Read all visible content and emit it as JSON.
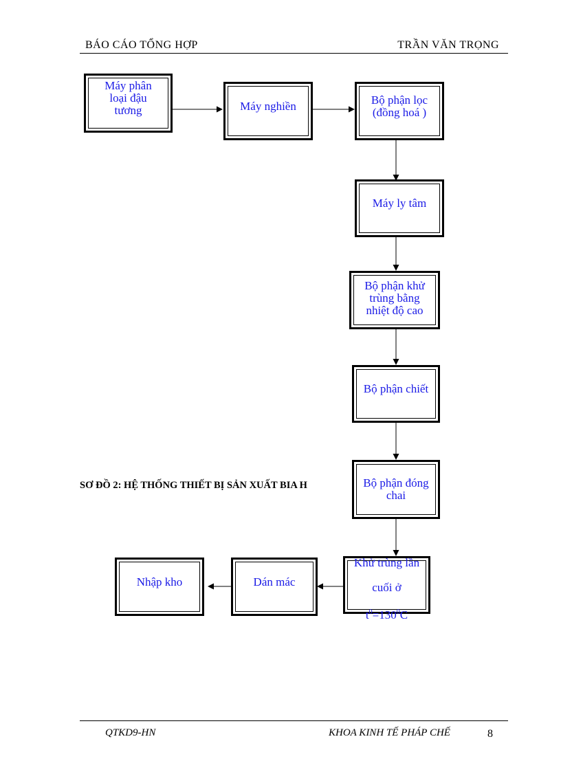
{
  "header": {
    "left": "BÁO CÁO TỔNG HỢP",
    "right": "TRẦN VĂN TRỌNG"
  },
  "diagram": {
    "title": "SƠ ĐỒ 2: HỆ THỐNG THIẾT BỊ SẢN XUẤT BIA H",
    "boxes": {
      "sorting": "Máy phân\nloại đậu\ntương",
      "grinder": "Máy nghiền",
      "filter": "Bộ phận lọc\n(đồng hoá )",
      "centrifuge": "Máy ly tâm",
      "sterilizer": "Bộ phận khử\ntrùng bằng\nnhiệt độ cao",
      "extractor": "Bộ phận chiết",
      "bottling": "Bộ phận đóng\nchai",
      "final_sterilize_line1": "Khử trùng lần",
      "final_sterilize_line2": "cuối ở",
      "final_sterilize_t": "t",
      "final_sterilize_sup1": "0",
      "final_sterilize_eq": "=130",
      "final_sterilize_sup2": "0",
      "final_sterilize_c": "C",
      "labeling": "Dán mác",
      "warehouse": "Nhập kho"
    }
  },
  "footer": {
    "left": "QTKD9-HN",
    "center": "KHOA KINH TẾ PHÁP CHẾ",
    "page": "8"
  }
}
